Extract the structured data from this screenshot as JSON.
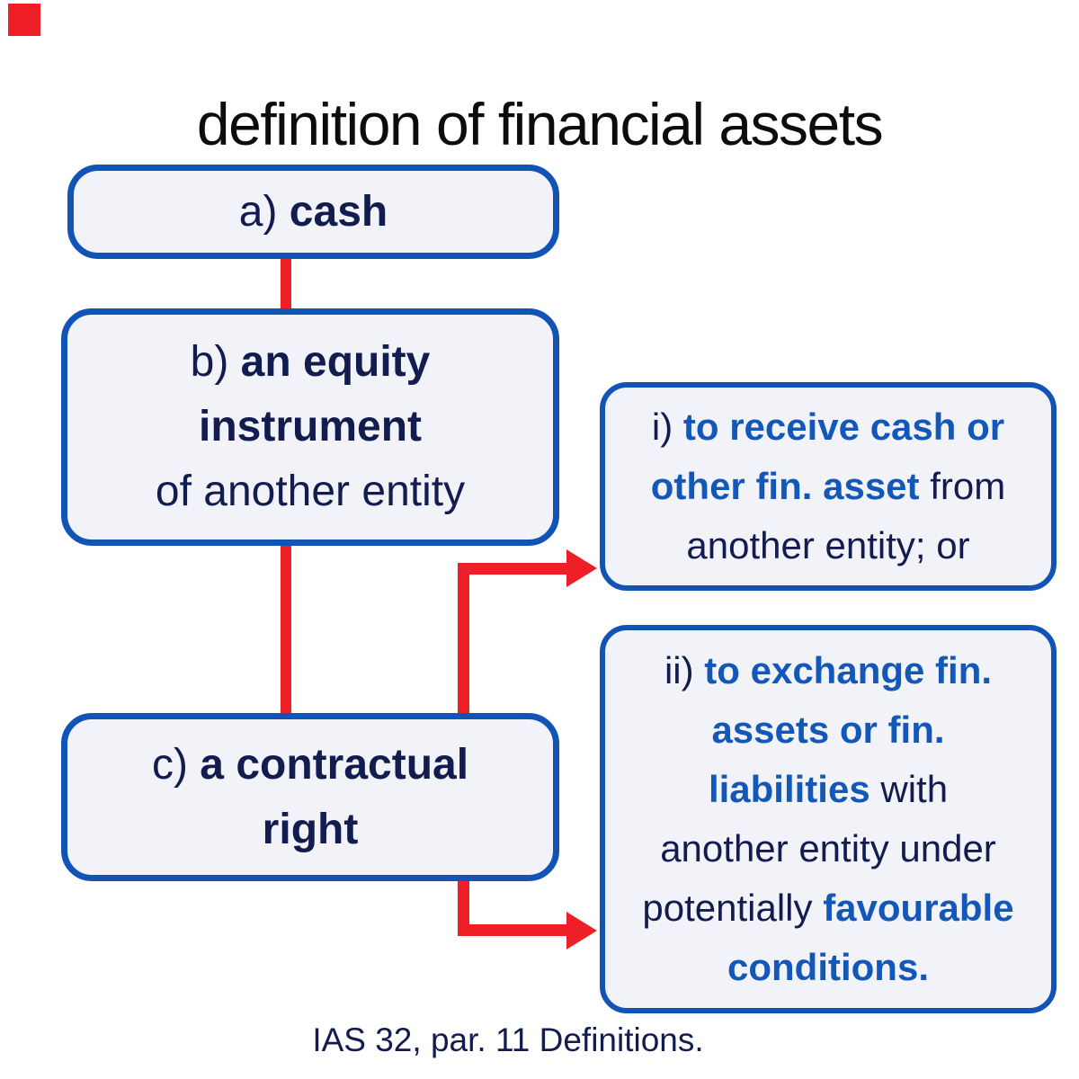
{
  "colors": {
    "red": "#ee1f26",
    "border": "#1254b6",
    "fill": "#f1f3f9",
    "navy": "#131c4e",
    "blue": "#1358b8",
    "black": "#0c0c0d"
  },
  "title": "definition of financial assets",
  "footer": "IAS 32, par. 11 Definitions.",
  "boxes": {
    "a": {
      "lines": [
        [
          {
            "t": "a) ",
            "s": "r"
          },
          {
            "t": "cash",
            "s": "b"
          }
        ]
      ]
    },
    "b": {
      "lines": [
        [
          {
            "t": "b) ",
            "s": "r"
          },
          {
            "t": "an equity",
            "s": "b"
          }
        ],
        [
          {
            "t": "instrument",
            "s": "b"
          }
        ],
        [
          {
            "t": "of another entity",
            "s": "r"
          }
        ]
      ]
    },
    "c": {
      "lines": [
        [
          {
            "t": "c) ",
            "s": "r"
          },
          {
            "t": "a contractual",
            "s": "b"
          }
        ],
        [
          {
            "t": "right",
            "s": "b"
          }
        ]
      ]
    },
    "i": {
      "lines": [
        [
          {
            "t": "i) ",
            "s": "r"
          },
          {
            "t": "to receive cash or",
            "s": "bb"
          }
        ],
        [
          {
            "t": "other fin. asset",
            "s": "bb"
          },
          {
            "t": " from",
            "s": "r"
          }
        ],
        [
          {
            "t": "another entity; or",
            "s": "r"
          }
        ]
      ]
    },
    "ii": {
      "lines": [
        [
          {
            "t": "ii) ",
            "s": "r"
          },
          {
            "t": "to exchange fin.",
            "s": "bb"
          }
        ],
        [
          {
            "t": "assets or fin.",
            "s": "bb"
          }
        ],
        [
          {
            "t": "liabilities",
            "s": "bb"
          },
          {
            "t": " with",
            "s": "r"
          }
        ],
        [
          {
            "t": "another entity under",
            "s": "r"
          }
        ],
        [
          {
            "t": "potentially ",
            "s": "r"
          },
          {
            "t": "favourable",
            "s": "bb"
          }
        ],
        [
          {
            "t": "conditions.",
            "s": "bb"
          }
        ]
      ]
    }
  }
}
